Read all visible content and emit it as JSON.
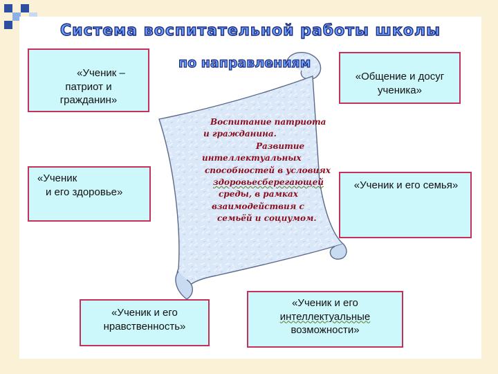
{
  "title": "Система воспитательной работы школы",
  "subtitle": "по направлениям",
  "boxes": {
    "patriot": {
      "lines": [
        "«Ученик –",
        "патриот и",
        "гражданин»"
      ]
    },
    "leisure": {
      "lines": [
        "«Общение и досуг",
        "ученика»"
      ]
    },
    "health": {
      "lines": [
        "«Ученик",
        "и его здоровье»"
      ]
    },
    "family": {
      "lines": [
        "«Ученик и его семья»"
      ]
    },
    "morality": {
      "lines": [
        "«Ученик и его",
        "нравственность»"
      ]
    },
    "intellect": {
      "lines": [
        "«Ученик и его",
        "интеллектуальные",
        "возможности»"
      ]
    }
  },
  "scroll": {
    "lines": [
      "Воспитание патриота",
      "и гражданина.",
      "Развитие",
      "интеллектуальных",
      "способностей в условиях",
      "здоровьесберегающей",
      "среды, в рамках",
      "взаимодействия с",
      "семьёй и социумом."
    ]
  },
  "colors": {
    "background": "#fbf1d6",
    "box_fill": "#ccf7fb",
    "box_border": "#c4305a",
    "title_fill": "#6ea0ff",
    "title_stroke": "#1b2a7a",
    "scroll_text": "#8a1020",
    "scroll_fill": "#dbe8f7",
    "corner_squares": "#2d4fa0"
  }
}
